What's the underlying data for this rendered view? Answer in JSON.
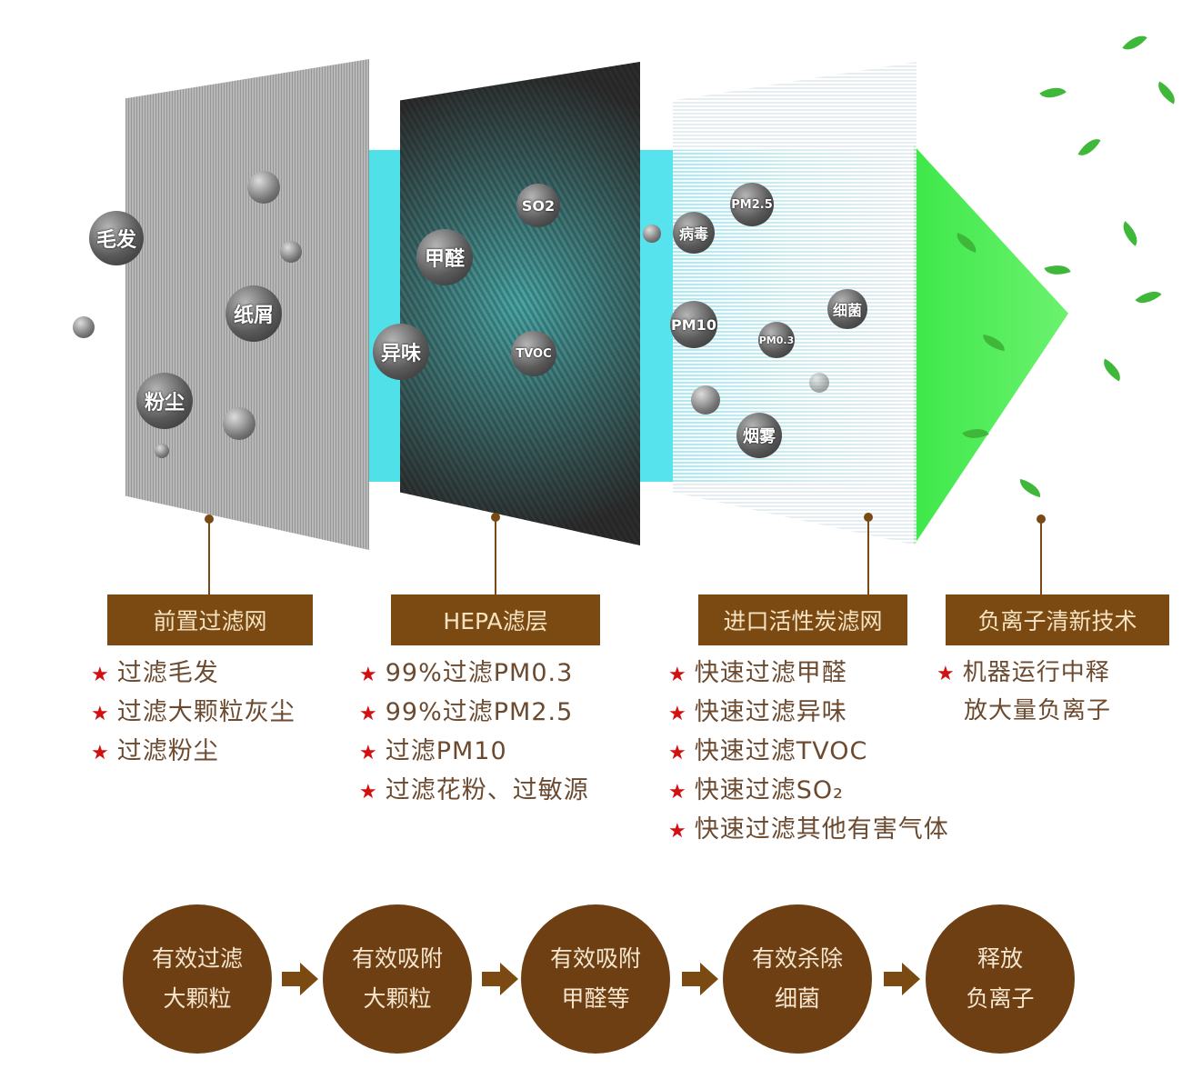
{
  "layers": [
    {
      "name": "前置过滤网",
      "particles": [
        "毛发",
        "纸屑",
        "粉尘"
      ],
      "features": [
        "过滤毛发",
        "过滤大颗粒灰尘",
        "过滤粉尘"
      ]
    },
    {
      "name": "HEPA滤层",
      "particles": [
        "甲醛",
        "SO2",
        "异味",
        "TVOC"
      ],
      "features": [
        "99%过滤PM0.3",
        "99%过滤PM2.5",
        "过滤PM10",
        "过滤花粉、过敏源"
      ]
    },
    {
      "name": "进口活性炭滤网",
      "particles": [
        "病毒",
        "PM2.5",
        "PM10",
        "PM0.3",
        "细菌",
        "烟雾"
      ],
      "features": [
        "快速过滤甲醛",
        "快速过滤异味",
        "快速过滤TVOC",
        "快速过滤SO₂",
        "快速过滤其他有害气体"
      ]
    },
    {
      "name": "负离子清新技术",
      "features": [
        "机器运行中释",
        "放大量负离子"
      ]
    }
  ],
  "steps": [
    [
      "有效过滤",
      "大颗粒"
    ],
    [
      "有效吸附",
      "大颗粒"
    ],
    [
      "有效吸附",
      "甲醛等"
    ],
    [
      "有效杀除",
      "细菌"
    ],
    [
      "释放",
      "负离子"
    ]
  ],
  "colors": {
    "brown": "#7b4a12",
    "cyan": "#4fe0e8",
    "green": "#3ee84a",
    "star": "#d21010"
  }
}
